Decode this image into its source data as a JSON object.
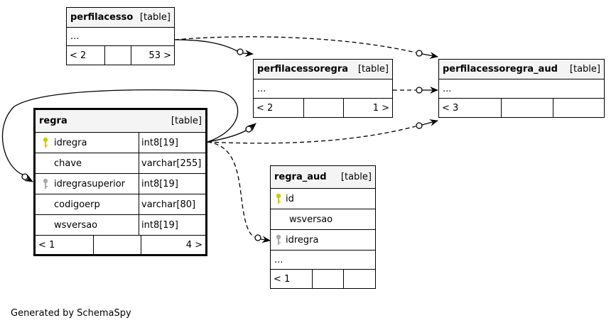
{
  "tables": {
    "perfilacesso": {
      "name": "perfilacesso",
      "tag": "[table]",
      "more": "...",
      "parents": "< 2",
      "children": "53 >"
    },
    "perfilacessoregra": {
      "name": "perfilacessoregra",
      "tag": "[table]",
      "more": "...",
      "parents": "< 2",
      "children": "1 >"
    },
    "perfilacessoregra_aud": {
      "name": "perfilacessoregra_aud",
      "tag": "[table]",
      "more": "...",
      "parents": "< 3",
      "children": ""
    },
    "regra": {
      "name": "regra",
      "tag": "[table]",
      "columns": [
        {
          "name": "idregra",
          "type": "int8[19]"
        },
        {
          "name": "chave",
          "type": "varchar[255]"
        },
        {
          "name": "idregrasuperior",
          "type": "int8[19]"
        },
        {
          "name": "codigoerp",
          "type": "varchar[80]"
        },
        {
          "name": "wsversao",
          "type": "int8[19]"
        }
      ],
      "parents": "< 1",
      "children": "4 >"
    },
    "regra_aud": {
      "name": "regra_aud",
      "tag": "[table]",
      "columns": [
        {
          "name": "id"
        },
        {
          "name": "wsversao"
        },
        {
          "name": "idregra"
        }
      ],
      "more": "...",
      "parents": "< 1",
      "children": ""
    }
  },
  "colors": {
    "primary_key": "#d4c800",
    "foreign_key": "#aaaaaa"
  },
  "footer": "Generated by SchemaSpy"
}
